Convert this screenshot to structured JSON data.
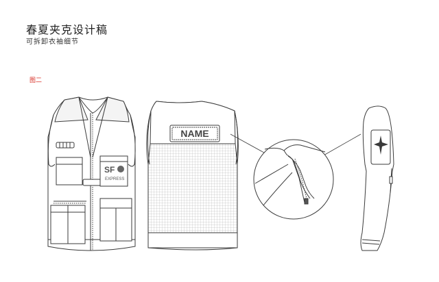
{
  "header": {
    "title": "春夏夹克设计稿",
    "subtitle": "可拆卸衣袖细节"
  },
  "figure": {
    "label": "图二",
    "back_patch_text": "NAME",
    "logo_big": "SF",
    "logo_small": "EXPRESS"
  },
  "icons": {
    "front_vest": "front-vest-drawing",
    "back_vest": "back-vest-drawing",
    "zipper_detail": "zipper-detail-callout",
    "sleeve": "detachable-sleeve-drawing",
    "sleeve_badge": "star-badge-icon"
  },
  "colors": {
    "line": "#3a3a3a",
    "label_red": "#d9342b",
    "mesh": "#9a9a9a"
  }
}
